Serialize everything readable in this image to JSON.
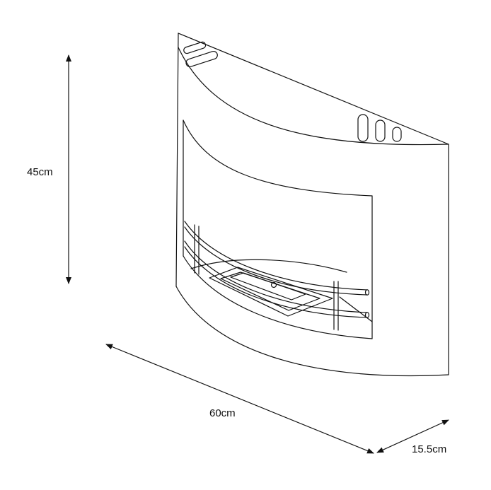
{
  "dimensions": {
    "height": "45cm",
    "width": "60cm",
    "depth": "15.5cm"
  },
  "colors": {
    "line": "#111111",
    "background": "#ffffff"
  }
}
